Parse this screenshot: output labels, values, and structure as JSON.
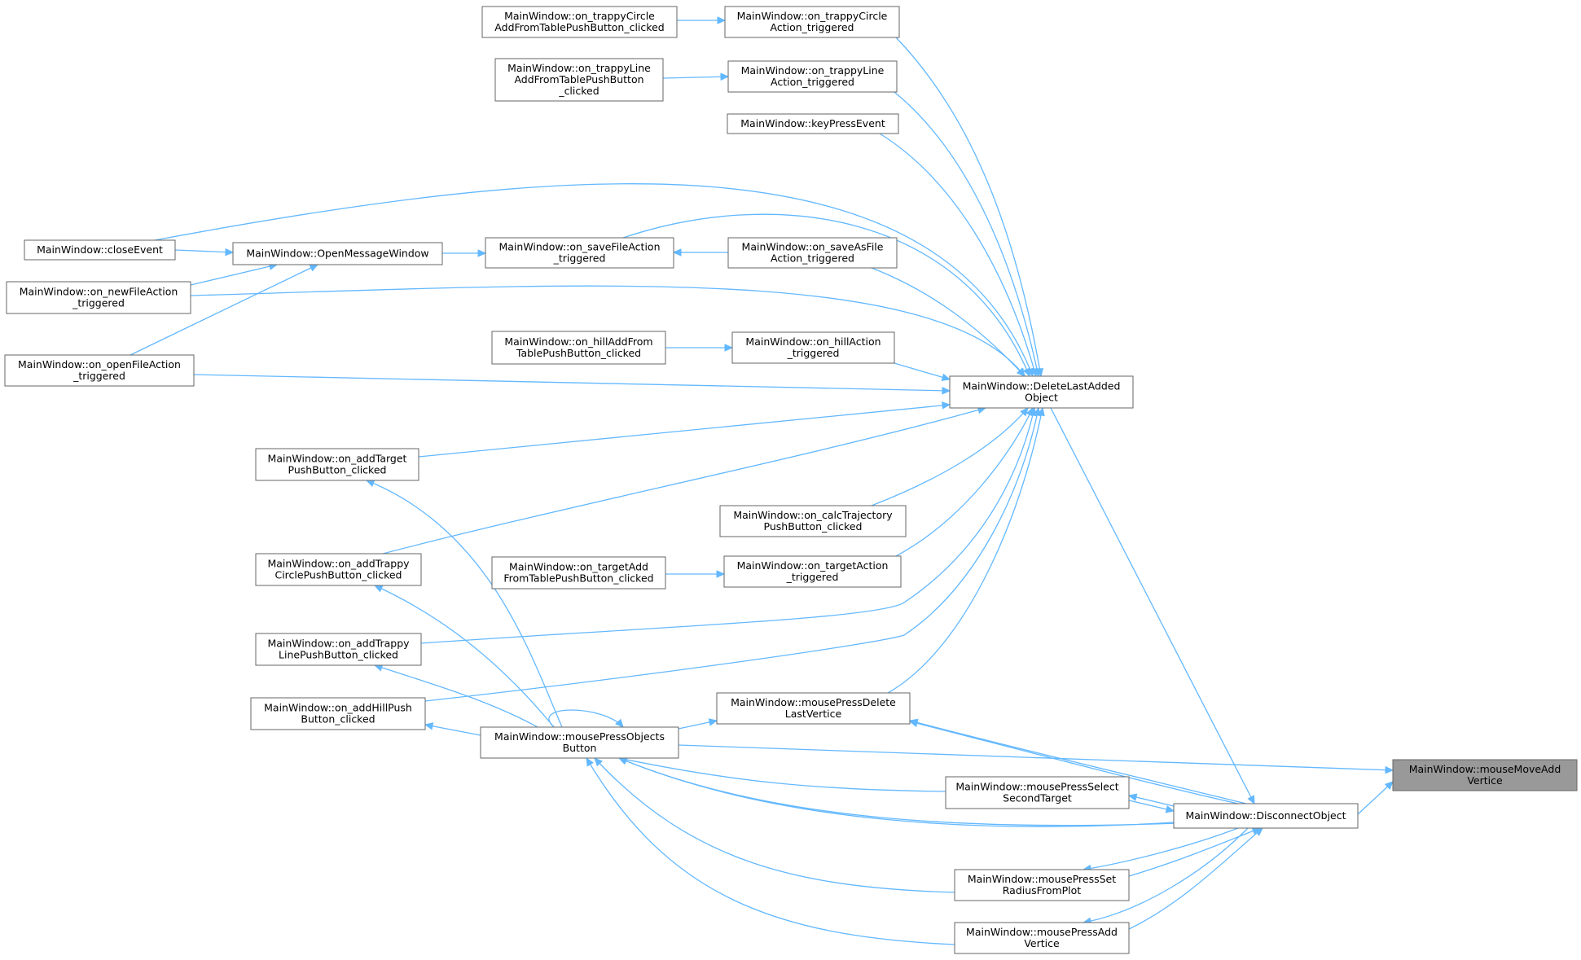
{
  "diagram": {
    "type": "call-graph",
    "colors": {
      "edge": "#63b8ff",
      "node_border": "#666666",
      "root_fill": "#999999"
    },
    "nodes": [
      {
        "id": "root",
        "lines": [
          "MainWindow::mouseMoveAdd",
          "Vertice"
        ],
        "root": true
      },
      {
        "id": "disconnect",
        "lines": [
          "MainWindow::DisconnectObject"
        ]
      },
      {
        "id": "delLast",
        "lines": [
          "MainWindow::DeleteLastAdded",
          "Object"
        ]
      },
      {
        "id": "objBtn",
        "lines": [
          "MainWindow::mousePressObjects",
          "Button"
        ]
      },
      {
        "id": "delVert",
        "lines": [
          "MainWindow::mousePressDelete",
          "LastVertice"
        ]
      },
      {
        "id": "selSecond",
        "lines": [
          "MainWindow::mousePressSelect",
          "SecondTarget"
        ]
      },
      {
        "id": "setRadius",
        "lines": [
          "MainWindow::mousePressSet",
          "RadiusFromPlot"
        ]
      },
      {
        "id": "addVert",
        "lines": [
          "MainWindow::mousePressAdd",
          "Vertice"
        ]
      },
      {
        "id": "trapCircAct",
        "lines": [
          "MainWindow::on_trappyCircle",
          "Action_triggered"
        ]
      },
      {
        "id": "trapCircAdd",
        "lines": [
          "MainWindow::on_trappyCircle",
          "AddFromTablePushButton_clicked"
        ]
      },
      {
        "id": "trapLineAct",
        "lines": [
          "MainWindow::on_trappyLine",
          "Action_triggered"
        ]
      },
      {
        "id": "trapLineAdd",
        "lines": [
          "MainWindow::on_trappyLine",
          "AddFromTablePushButton",
          "_clicked"
        ]
      },
      {
        "id": "keyPress",
        "lines": [
          "MainWindow::keyPressEvent"
        ]
      },
      {
        "id": "closeEv",
        "lines": [
          "MainWindow::closeEvent"
        ]
      },
      {
        "id": "openMsg",
        "lines": [
          "MainWindow::OpenMessageWindow"
        ]
      },
      {
        "id": "saveFile",
        "lines": [
          "MainWindow::on_saveFileAction",
          "_triggered"
        ]
      },
      {
        "id": "saveAs",
        "lines": [
          "MainWindow::on_saveAsFile",
          "Action_triggered"
        ]
      },
      {
        "id": "newFile",
        "lines": [
          "MainWindow::on_newFileAction",
          "_triggered"
        ]
      },
      {
        "id": "openFile",
        "lines": [
          "MainWindow::on_openFileAction",
          "_triggered"
        ]
      },
      {
        "id": "hillAdd",
        "lines": [
          "MainWindow::on_hillAddFrom",
          "TablePushButton_clicked"
        ]
      },
      {
        "id": "hillAct",
        "lines": [
          "MainWindow::on_hillAction",
          "_triggered"
        ]
      },
      {
        "id": "addTarget",
        "lines": [
          "MainWindow::on_addTarget",
          "PushButton_clicked"
        ]
      },
      {
        "id": "calcTraj",
        "lines": [
          "MainWindow::on_calcTrajectory",
          "PushButton_clicked"
        ]
      },
      {
        "id": "addTrapCirc",
        "lines": [
          "MainWindow::on_addTrappy",
          "CirclePushButton_clicked"
        ]
      },
      {
        "id": "targetAdd",
        "lines": [
          "MainWindow::on_targetAdd",
          "FromTablePushButton_clicked"
        ]
      },
      {
        "id": "targetAct",
        "lines": [
          "MainWindow::on_targetAction",
          "_triggered"
        ]
      },
      {
        "id": "addTrapLine",
        "lines": [
          "MainWindow::on_addTrappy",
          "LinePushButton_clicked"
        ]
      },
      {
        "id": "addHill",
        "lines": [
          "MainWindow::on_addHillPush",
          "Button_clicked"
        ]
      }
    ],
    "edges": [
      {
        "from": "disconnect",
        "to": "root"
      },
      {
        "from": "objBtn",
        "to": "root"
      },
      {
        "from": "delLast",
        "to": "disconnect"
      },
      {
        "from": "delVert",
        "to": "disconnect"
      },
      {
        "from": "selSecond",
        "to": "disconnect"
      },
      {
        "from": "objBtn",
        "to": "disconnect"
      },
      {
        "from": "setRadius",
        "to": "disconnect"
      },
      {
        "from": "addVert",
        "to": "disconnect"
      },
      {
        "from": "disconnect",
        "to": "selSecond"
      },
      {
        "from": "disconnect",
        "to": "setRadius"
      },
      {
        "from": "disconnect",
        "to": "addVert"
      },
      {
        "from": "disconnect",
        "to": "delVert"
      },
      {
        "from": "trapCircAct",
        "to": "delLast"
      },
      {
        "from": "trapLineAct",
        "to": "delLast"
      },
      {
        "from": "keyPress",
        "to": "delLast"
      },
      {
        "from": "closeEv",
        "to": "delLast"
      },
      {
        "from": "saveFile",
        "to": "delLast"
      },
      {
        "from": "saveAs",
        "to": "delLast"
      },
      {
        "from": "newFile",
        "to": "delLast"
      },
      {
        "from": "hillAct",
        "to": "delLast"
      },
      {
        "from": "openFile",
        "to": "delLast"
      },
      {
        "from": "addTarget",
        "to": "delLast"
      },
      {
        "from": "addTrapCirc",
        "to": "delLast"
      },
      {
        "from": "calcTraj",
        "to": "delLast"
      },
      {
        "from": "targetAct",
        "to": "delLast"
      },
      {
        "from": "addTrapLine",
        "to": "delLast"
      },
      {
        "from": "addHill",
        "to": "delLast"
      },
      {
        "from": "delVert",
        "to": "delLast"
      },
      {
        "from": "trapCircAdd",
        "to": "trapCircAct"
      },
      {
        "from": "trapLineAdd",
        "to": "trapLineAct"
      },
      {
        "from": "saveAs",
        "to": "saveFile"
      },
      {
        "from": "openMsg",
        "to": "saveFile"
      },
      {
        "from": "closeEv",
        "to": "openMsg"
      },
      {
        "from": "newFile",
        "to": "openMsg"
      },
      {
        "from": "openFile",
        "to": "openMsg"
      },
      {
        "from": "hillAdd",
        "to": "hillAct"
      },
      {
        "from": "targetAdd",
        "to": "targetAct"
      },
      {
        "from": "objBtn",
        "to": "delVert"
      },
      {
        "from": "objBtn",
        "to": "objBtn"
      },
      {
        "from": "objBtn",
        "to": "addHill"
      },
      {
        "from": "objBtn",
        "to": "addTarget"
      },
      {
        "from": "objBtn",
        "to": "addTrapCirc"
      },
      {
        "from": "objBtn",
        "to": "addTrapLine"
      },
      {
        "from": "selSecond",
        "to": "objBtn"
      },
      {
        "from": "disconnect",
        "to": "objBtn"
      },
      {
        "from": "setRadius",
        "to": "objBtn"
      },
      {
        "from": "addVert",
        "to": "objBtn"
      }
    ]
  }
}
